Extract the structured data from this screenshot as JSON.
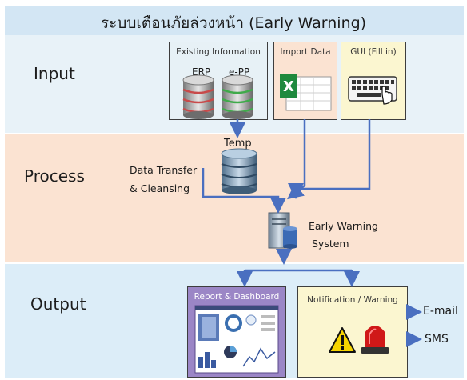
{
  "title": "ระบบเตือนภัยล่วงหน้า (Early Warning)",
  "stages": {
    "input": "Input",
    "process": "Process",
    "output": "Output"
  },
  "input": {
    "existing_info_label": "Existing Information",
    "erp_label": "ERP",
    "epp_label": "e-PP",
    "import_label": "Import Data",
    "gui_label": "GUI (Fill in)"
  },
  "process": {
    "temp_label": "Temp",
    "transfer_line1": "Data Transfer",
    "transfer_line2": "& Cleansing",
    "ews_line1": "Early Warning",
    "ews_line2": "System"
  },
  "output": {
    "report_label": "Report & Dashboard",
    "notification_label": "Notification / Warning",
    "email_label": "E-mail",
    "sms_label": "SMS"
  },
  "colors": {
    "title_band": "#d3e6f4",
    "input_band": "#e8f2f8",
    "process_band": "#fbe3d2",
    "output_band": "#dcedf8",
    "arrow": "#4a6fc0",
    "report_box": "#9b86c6",
    "notification_box": "#fbf6d0"
  },
  "icons": [
    "database-icon",
    "excel-icon",
    "keyboard-icon",
    "server-icon",
    "dashboard-icon",
    "warning-icon",
    "siren-icon"
  ]
}
